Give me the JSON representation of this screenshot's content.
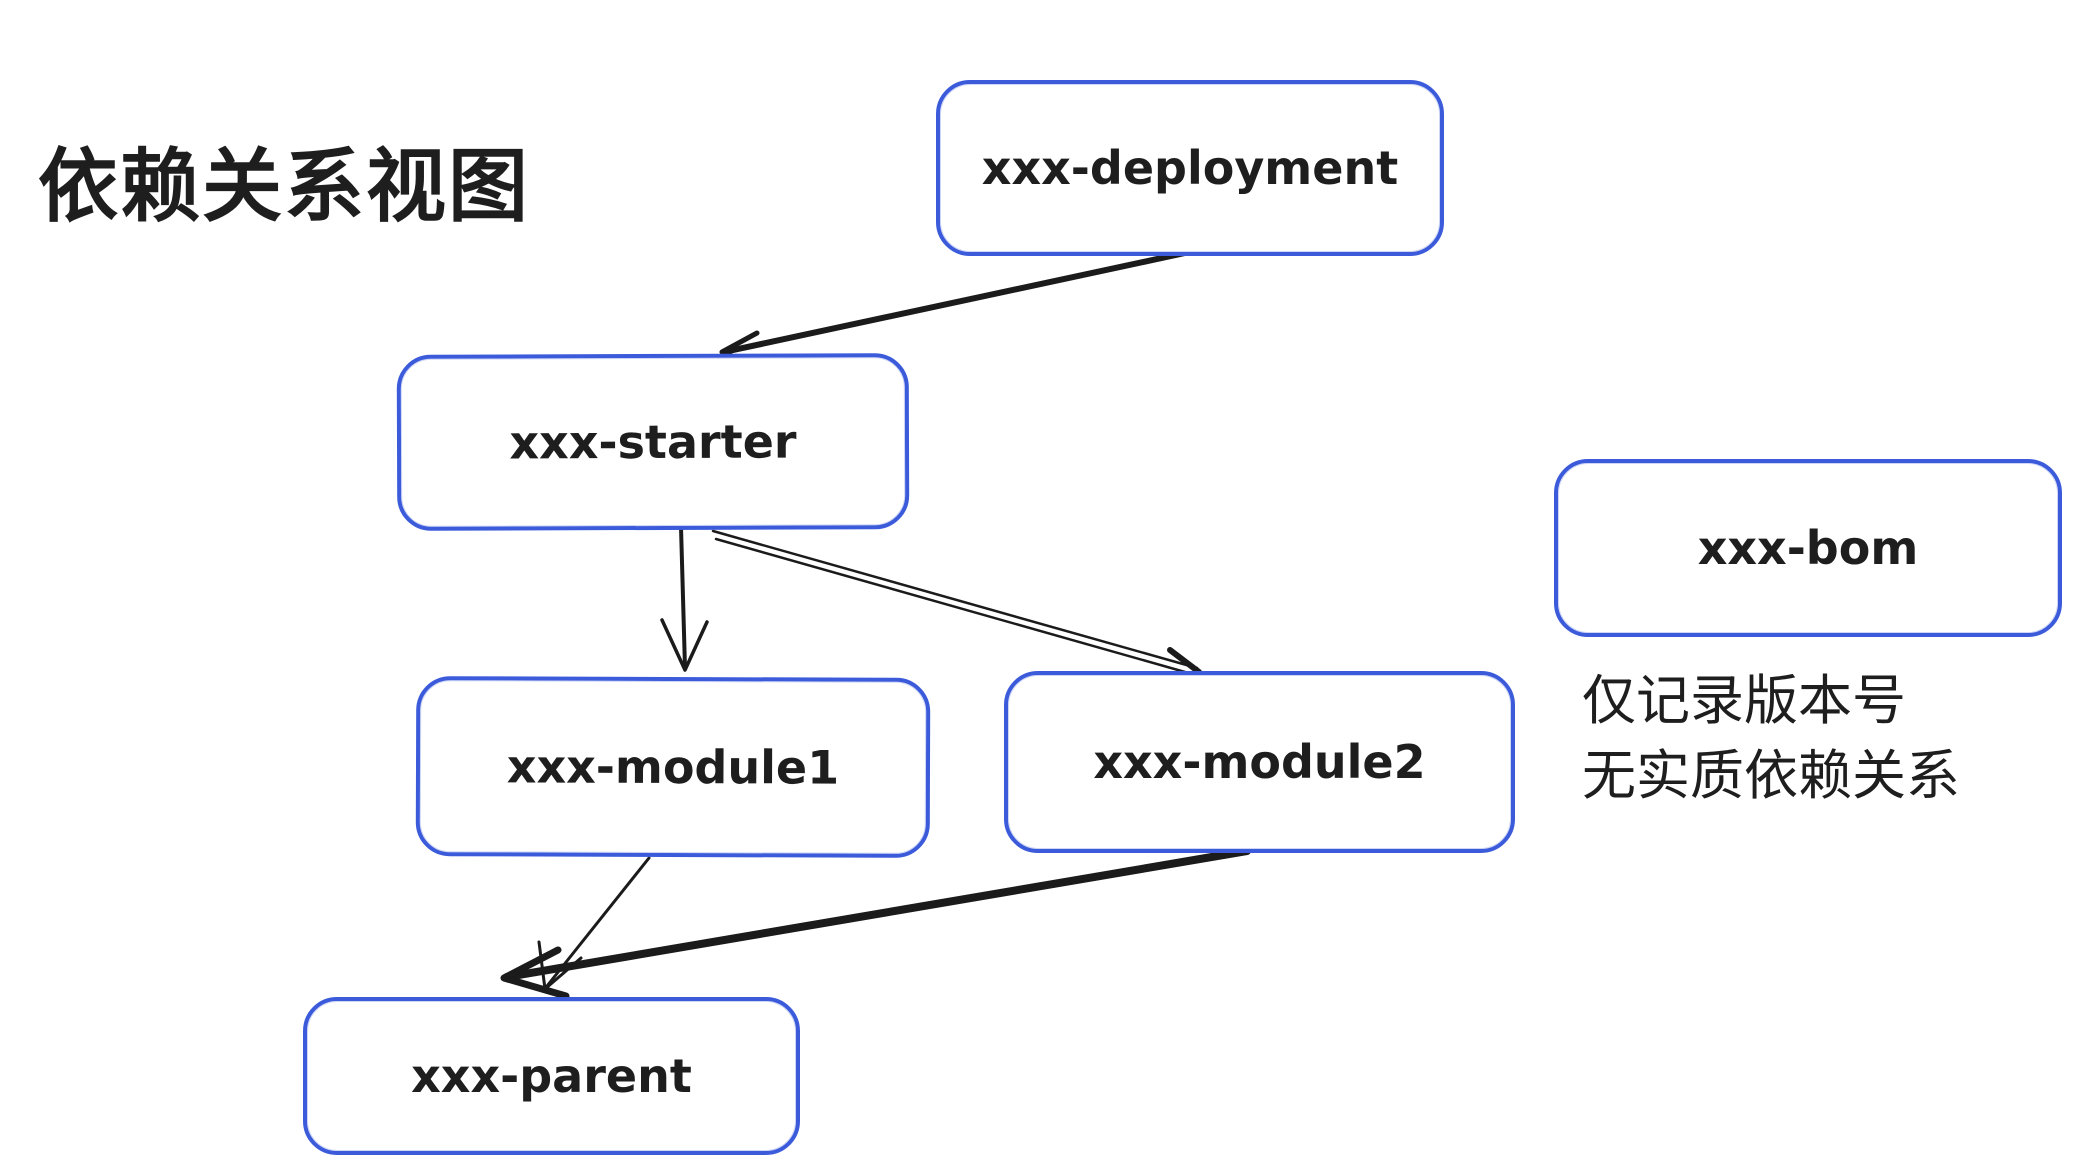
{
  "title": "依赖关系视图",
  "colors": {
    "box_border": "#3b5bdb",
    "text": "#1e1e1e",
    "arrow": "#1b1b1b",
    "background": "#ffffff"
  },
  "diagram": {
    "nodes": [
      {
        "id": "deployment",
        "label": "xxx-deployment"
      },
      {
        "id": "starter",
        "label": "xxx-starter"
      },
      {
        "id": "module1",
        "label": "xxx-module1"
      },
      {
        "id": "module2",
        "label": "xxx-module2"
      },
      {
        "id": "parent",
        "label": "xxx-parent"
      },
      {
        "id": "bom",
        "label": "xxx-bom"
      }
    ],
    "edges": [
      {
        "from": "xxx-deployment",
        "to": "xxx-starter"
      },
      {
        "from": "xxx-starter",
        "to": "xxx-module1"
      },
      {
        "from": "xxx-starter",
        "to": "xxx-module2"
      },
      {
        "from": "xxx-module1",
        "to": "xxx-parent"
      },
      {
        "from": "xxx-module2",
        "to": "xxx-parent"
      }
    ],
    "annotation": {
      "line1": "仅记录版本号",
      "line2": "无实质依赖关系"
    }
  }
}
